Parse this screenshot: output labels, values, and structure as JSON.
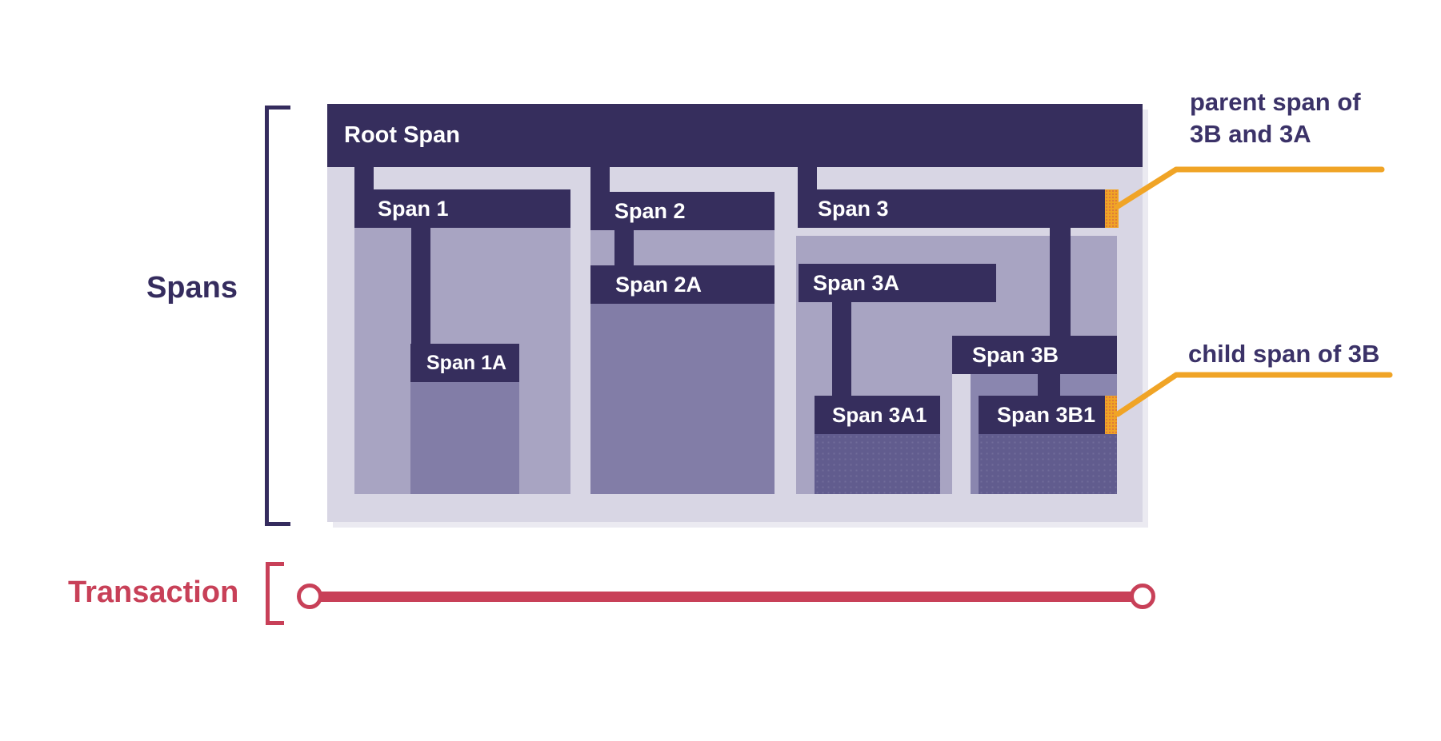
{
  "labels": {
    "spans": "Spans",
    "transaction": "Transaction"
  },
  "diagram": {
    "root": "Root Span",
    "span1": "Span 1",
    "span1a": "Span 1A",
    "span2": "Span 2",
    "span2a": "Span 2A",
    "span3": "Span 3",
    "span3a": "Span 3A",
    "span3a1": "Span 3A1",
    "span3b": "Span 3B",
    "span3b1": "Span 3B1"
  },
  "annotations": {
    "parent_line1": "parent span of",
    "parent_line2": "3B and 3A",
    "child": "child span of 3B"
  },
  "colors": {
    "dark": "#362e5d",
    "light": "#d8d6e4",
    "medium": "#a8a4c2",
    "submedium": "#827da7",
    "submedium2": "#8a86af",
    "subdark": "#615c8e",
    "orange": "#F0A426",
    "crimson": "#C84058",
    "ink": "#352c5e",
    "annotation": "#3b3268",
    "white": "#ffffff"
  }
}
